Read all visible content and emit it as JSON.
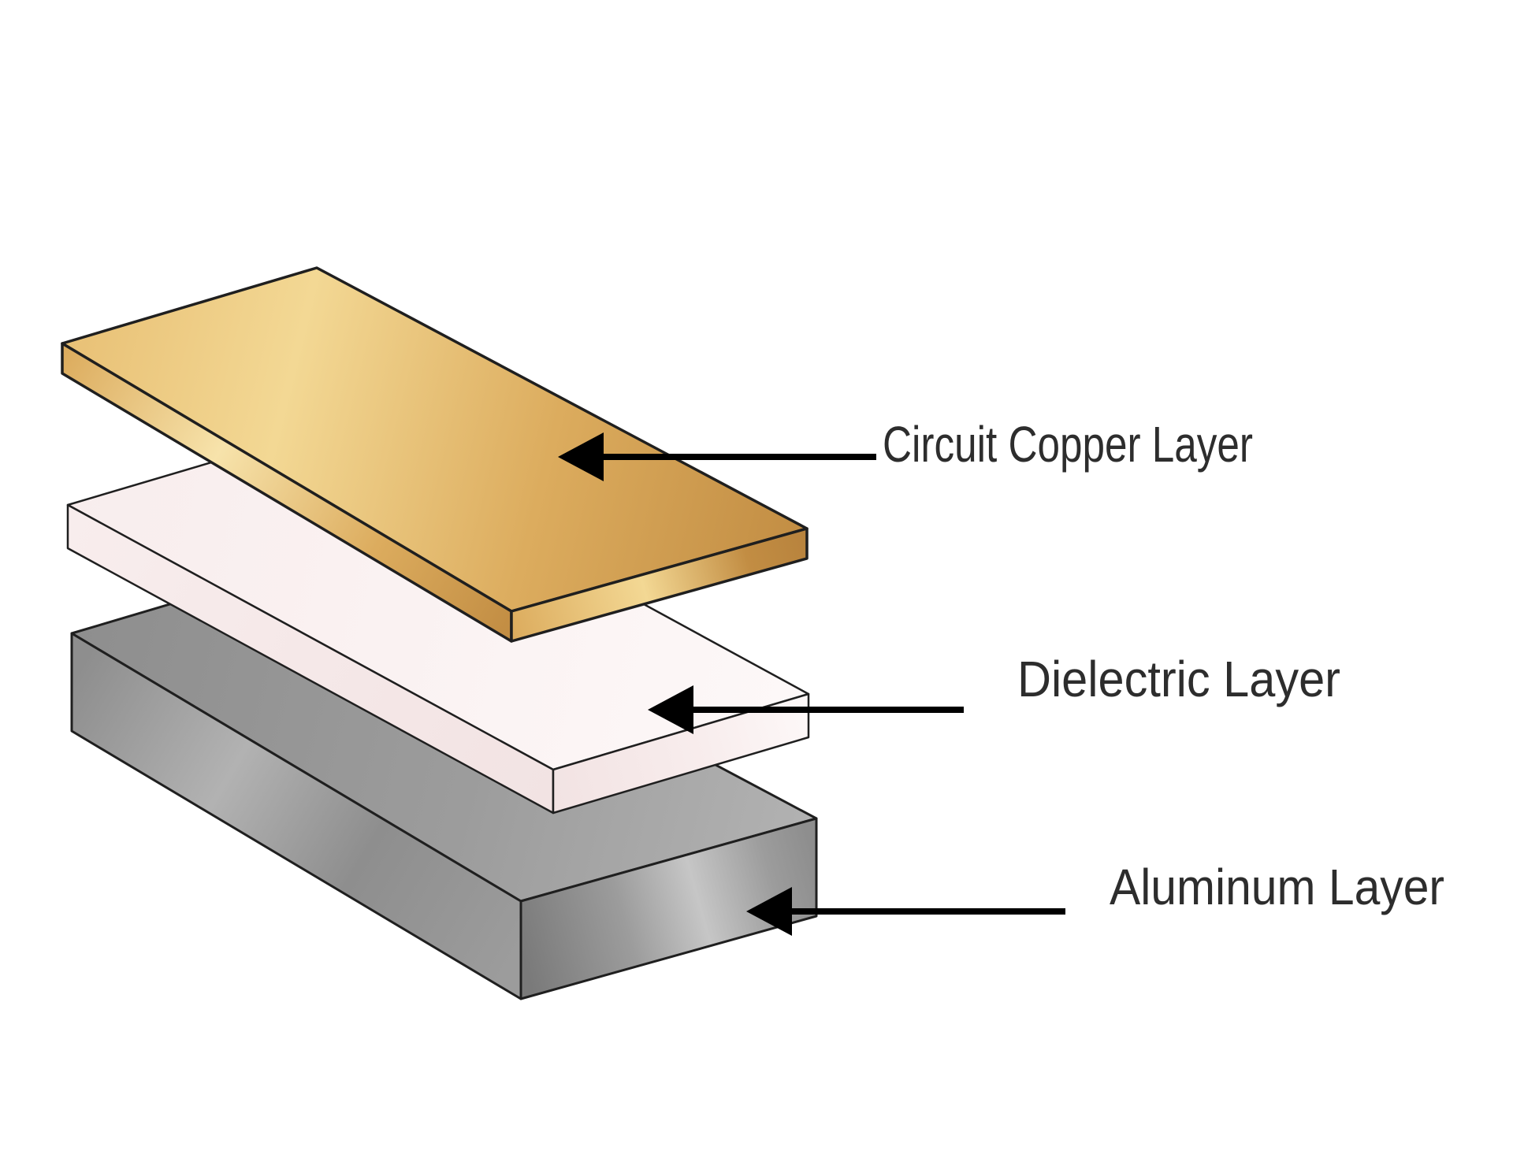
{
  "diagram": {
    "background": "#FFFFFF",
    "outline_color": "#1F1F1F",
    "text_color": "#2D2D2D",
    "arrow_color": "#000000",
    "layers": [
      {
        "name": "copper",
        "label": "Circuit Copper Layer",
        "colors": {
          "gold_sheen": "#F7E3AB",
          "gold_light": "#F3D894",
          "gold_pale": "#E8C075",
          "gold_mid": "#DCAC5E",
          "gold_dark": "#C28D43",
          "gold_deep": "#B8833D"
        }
      },
      {
        "name": "dielectric",
        "label": "Dielectric Layer",
        "colors": {
          "pink_light": "#FDF8F8",
          "pink_base": "#F8EDED",
          "pink_shade": "#F2E3E3"
        }
      },
      {
        "name": "aluminum",
        "label": "Aluminum Layer",
        "colors": {
          "gray_sheen": "#C6C6C6",
          "gray_light": "#B2B2B2",
          "gray_base": "#9C9C9C",
          "gray_mid": "#8E8E8E",
          "gray_dark": "#7A7A7A"
        }
      }
    ]
  }
}
